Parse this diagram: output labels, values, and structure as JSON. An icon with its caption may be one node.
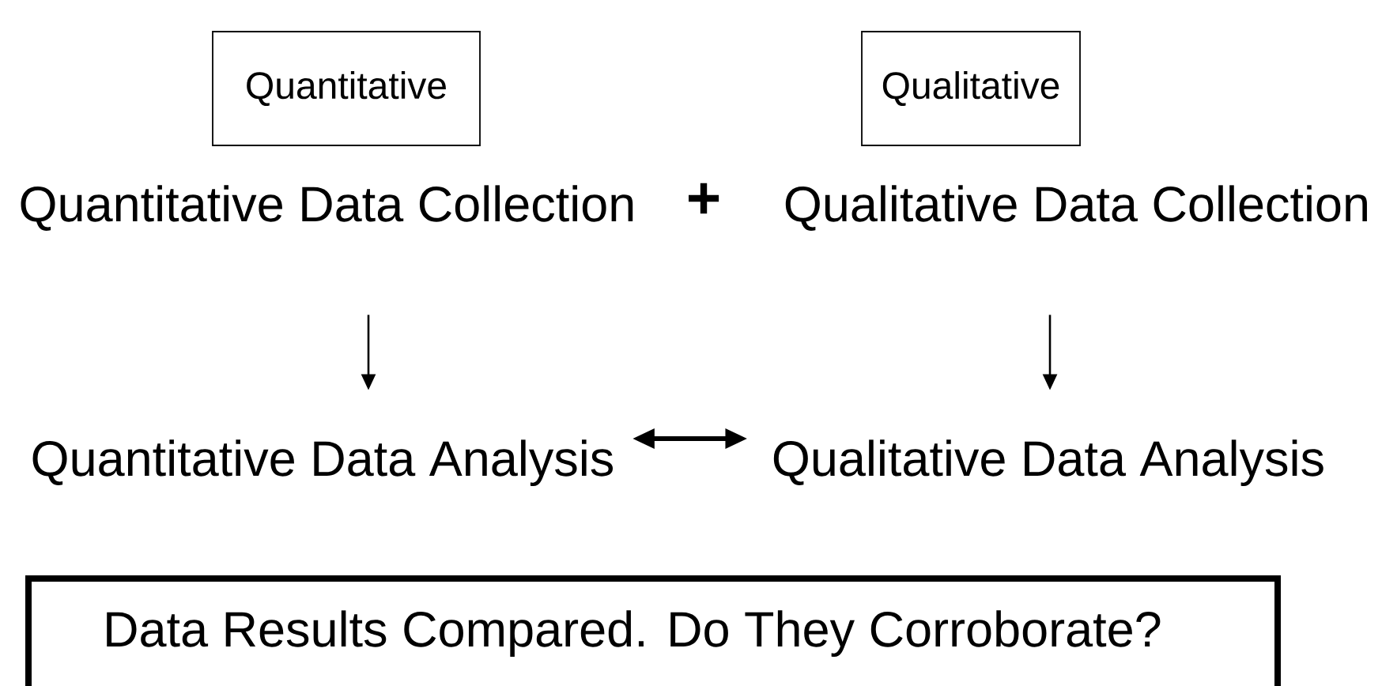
{
  "diagram": {
    "nodes": [
      {
        "text": [
          "Quantitative"
        ]
      },
      {
        "text": [
          "Qualitative"
        ]
      },
      {
        "text": [
          "Quantitative Data Collection"
        ]
      },
      {
        "text": [
          "Qualitative Data Collection"
        ]
      },
      {
        "text": [
          "Quantitative Data Analysis"
        ]
      },
      {
        "text": [
          "Qualitative Data Analysis"
        ]
      },
      {
        "text": [
          "Data Results Compared. Do They Corroborate?"
        ]
      }
    ],
    "edges": [
      {
        "from": 2,
        "to": 4,
        "arrow": "to"
      },
      {
        "from": 3,
        "to": 5,
        "arrow": "to"
      },
      {
        "from": 4,
        "to": 5,
        "arrow": "both",
        "style": "thick"
      }
    ],
    "labels": [
      "+"
    ]
  }
}
